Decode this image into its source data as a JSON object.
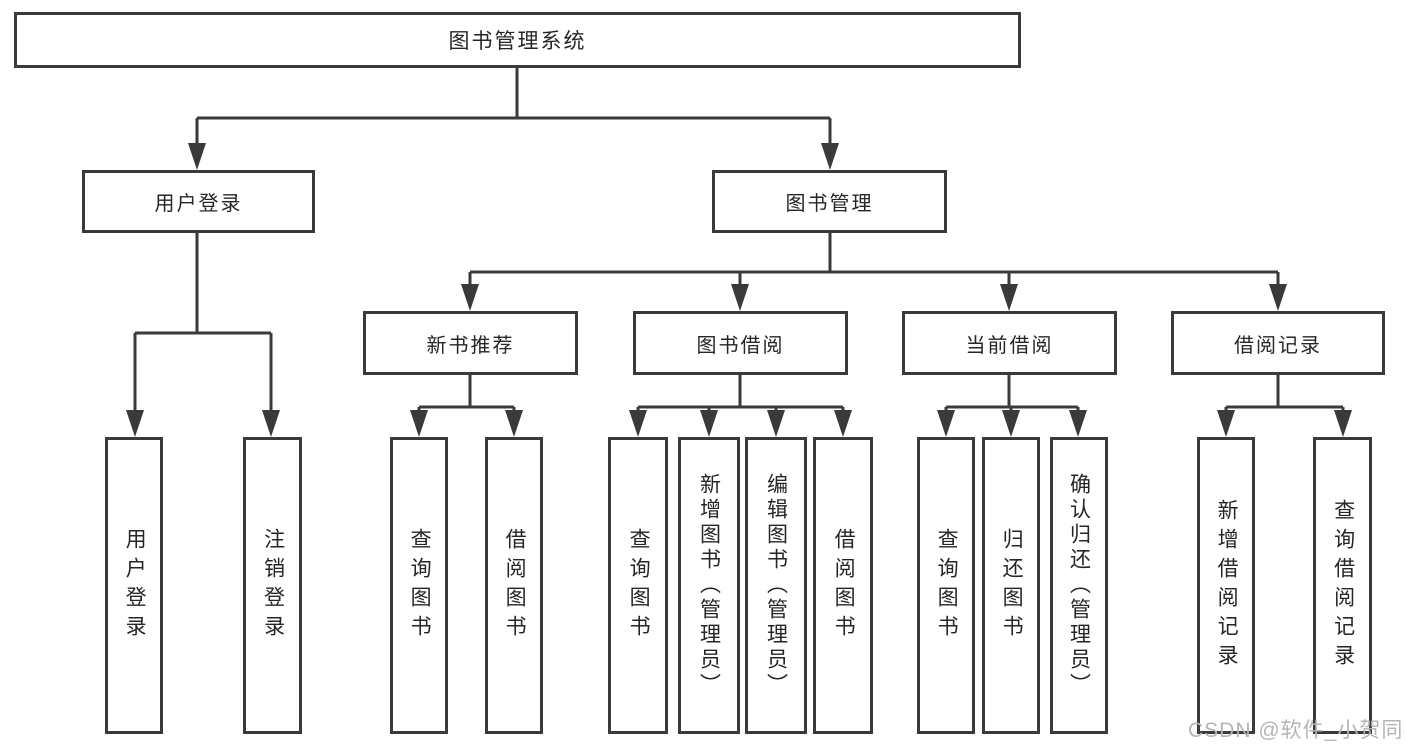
{
  "nodes": {
    "root": "图书管理系统",
    "user_login": "用户登录",
    "book_mgmt": "图书管理",
    "new_book_rec": "新书推荐",
    "book_borrow": "图书借阅",
    "current_borrow": "当前借阅",
    "borrow_record": "借阅记录",
    "leaf_user_login": "用户登录",
    "leaf_logout": "注销登录",
    "leaf_query_book_rec": "查询图书",
    "leaf_borrow_book_rec": "借阅图书",
    "leaf_query_book_borrow": "查询图书",
    "leaf_add_book_admin": "新增图书（管理员）",
    "leaf_edit_book_admin": "编辑图书（管理员）",
    "leaf_borrow_book_borrow": "借阅图书",
    "leaf_query_book_current": "查询图书",
    "leaf_return_book": "归还图书",
    "leaf_confirm_return_admin": "确认归还（管理员）",
    "leaf_add_borrow_record": "新增借阅记录",
    "leaf_query_borrow_record": "查询借阅记录"
  },
  "watermark": "CSDN @软件_小贺同学",
  "colors": {
    "line": "#3a3a3a",
    "box_border": "#3a3a3a",
    "text": "#262626",
    "watermark": "#b2b6b9",
    "background": "#ffffff"
  }
}
